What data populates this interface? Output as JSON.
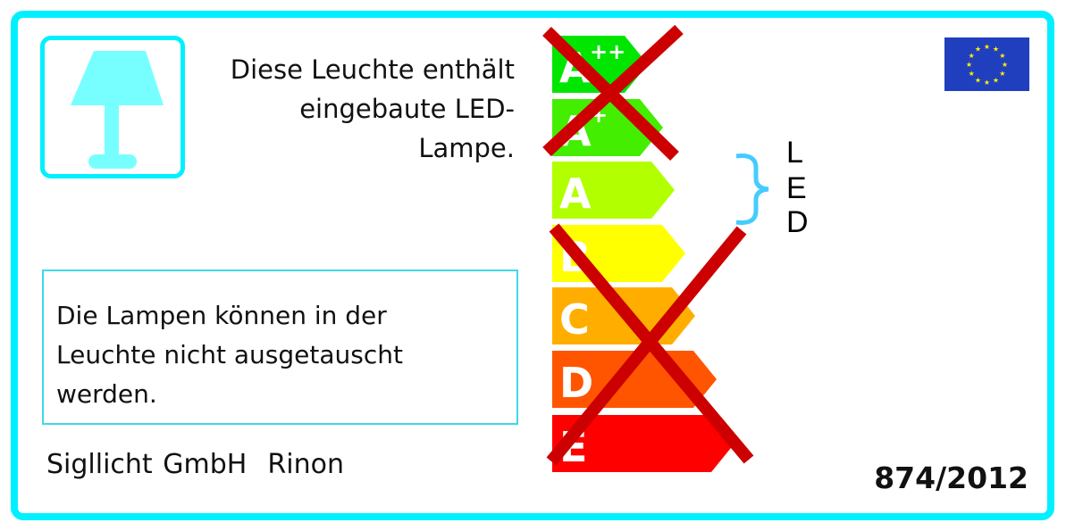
{
  "info": {
    "intro_lines": [
      "Diese Leuchte enthält",
      "eingebaute LED-",
      "Lampe."
    ],
    "note_lines": [
      "Die Lampen können in der",
      "Leuchte nicht ausgetauscht",
      "werden."
    ],
    "manufacturer": "Sigllicht GmbH",
    "model": "Rinon",
    "regulation": "874/2012",
    "led_letters": [
      "L",
      "E",
      "D"
    ]
  },
  "energy_classes": [
    {
      "label": "A",
      "sup": "++",
      "color": "#00e600",
      "crossed": true
    },
    {
      "label": "A",
      "sup": "+",
      "color": "#44ee00",
      "crossed": true
    },
    {
      "label": "A",
      "sup": "",
      "color": "#b2ff00",
      "crossed": false
    },
    {
      "label": "B",
      "sup": "",
      "color": "#ffff00",
      "crossed": true
    },
    {
      "label": "C",
      "sup": "",
      "color": "#ffae00",
      "crossed": true
    },
    {
      "label": "D",
      "sup": "",
      "color": "#ff5500",
      "crossed": true
    },
    {
      "label": "E",
      "sup": "",
      "color": "#ff0000",
      "crossed": true
    }
  ],
  "icons": {
    "lamp": "table-lamp-icon",
    "flag": "eu-flag-icon",
    "brace": "curly-brace-icon"
  },
  "colors": {
    "frame": "#00f0ff",
    "lamp": "#77ffff",
    "cross": "#cc0000",
    "brace": "#44ccff",
    "eu_blue": "#1f3fbf",
    "eu_star": "#ffee00"
  }
}
